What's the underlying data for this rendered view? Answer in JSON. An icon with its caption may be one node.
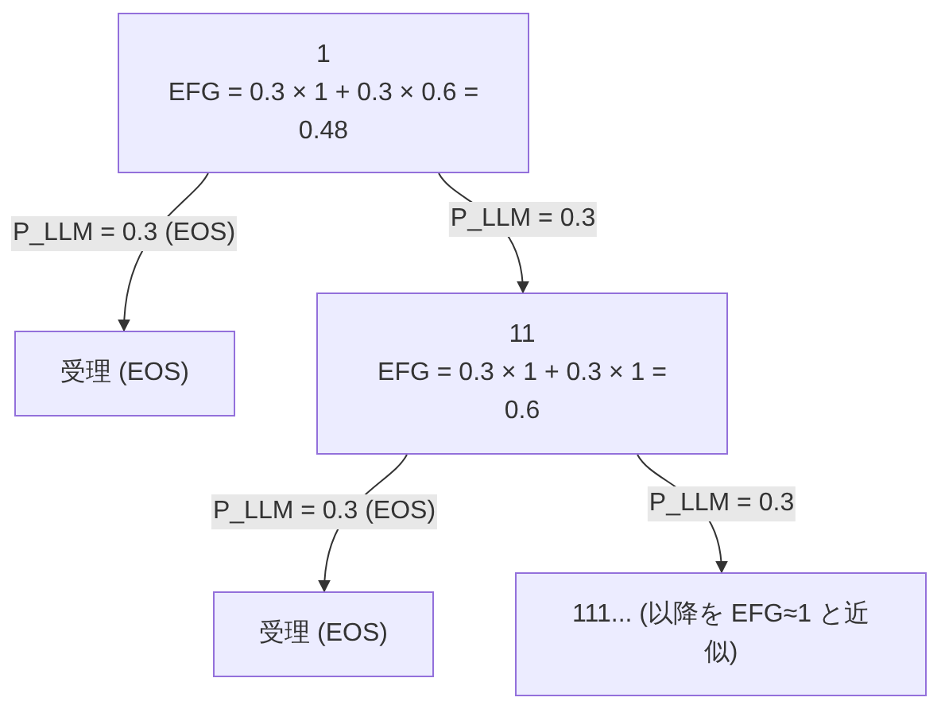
{
  "diagram": {
    "nodes": [
      {
        "text": [
          "1",
          "EFG = 0.3 × 1 + 0.3 × 0.6 = 0.48"
        ]
      },
      {
        "text": [
          "受理 (EOS)"
        ]
      },
      {
        "text": [
          "11",
          "EFG = 0.3 × 1 + 0.3 × 1 = 0.6"
        ]
      },
      {
        "text": [
          "受理 (EOS)"
        ]
      },
      {
        "text": [
          "111... (以降を EFG≈1 と近似)"
        ]
      }
    ],
    "edges": [
      {
        "from": 0,
        "to": 1,
        "arrow": "to",
        "label": "P_LLM = 0.3 (EOS)"
      },
      {
        "from": 0,
        "to": 2,
        "arrow": "to",
        "label": "P_LLM = 0.3"
      },
      {
        "from": 2,
        "to": 3,
        "arrow": "to",
        "label": "P_LLM = 0.3 (EOS)"
      },
      {
        "from": 2,
        "to": 4,
        "arrow": "to",
        "label": "P_LLM = 0.3"
      }
    ]
  }
}
